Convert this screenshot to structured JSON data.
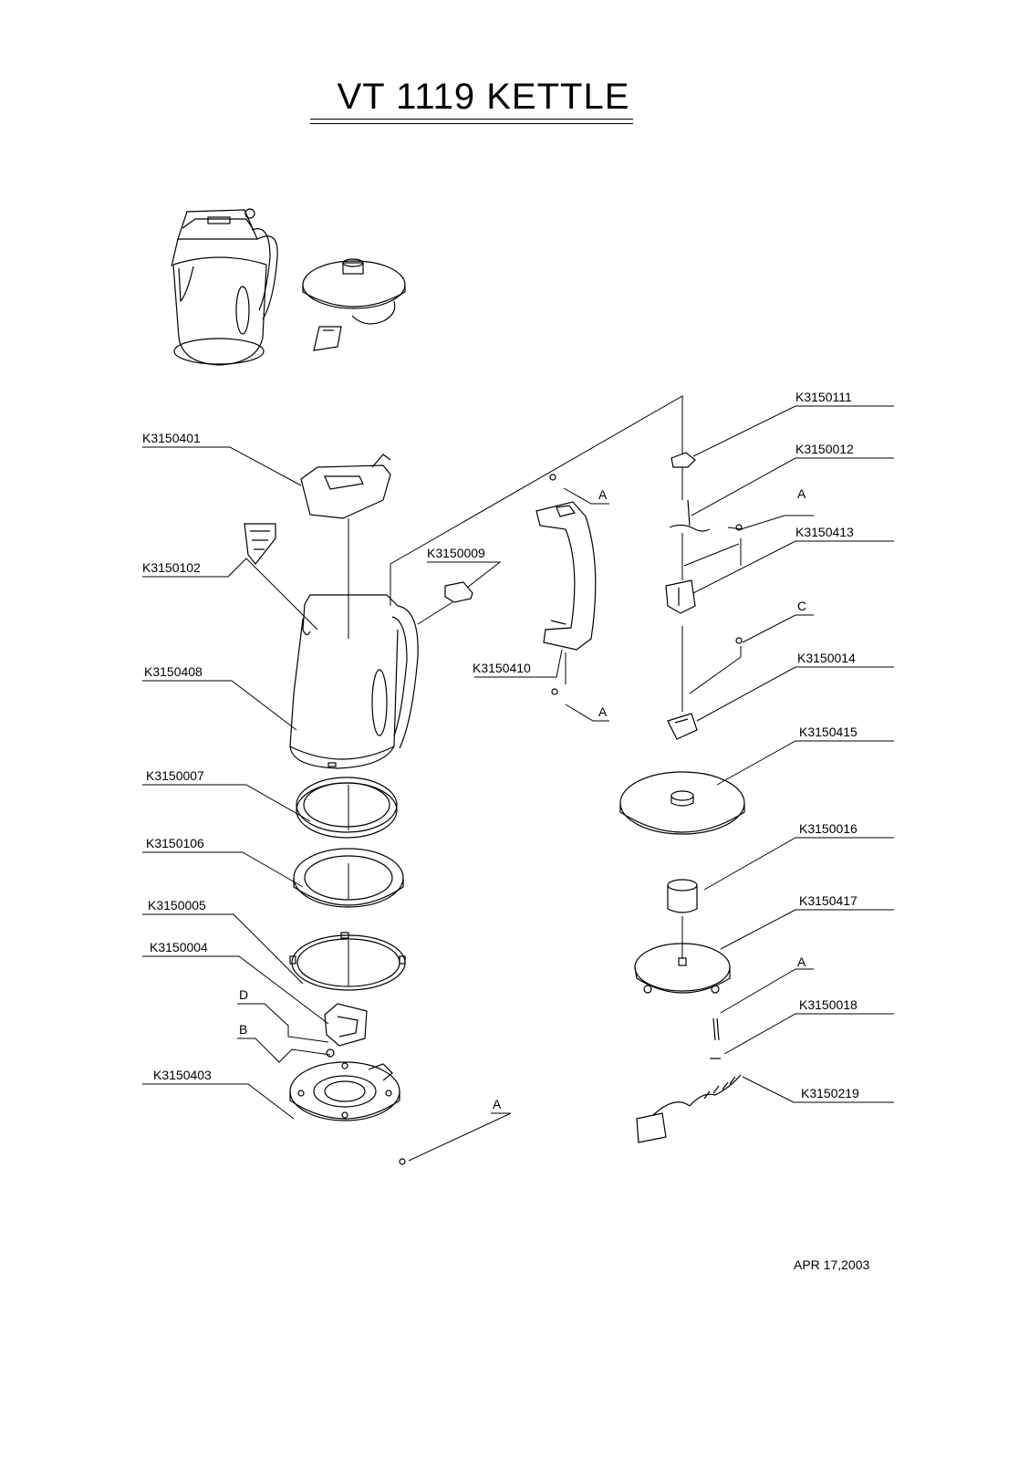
{
  "title": "VT 1119 KETTLE",
  "date": "APR 17,2003",
  "parts": {
    "K3150111": "K3150111",
    "K3150012": "K3150012",
    "K3150413": "K3150413",
    "K3150014": "K3150014",
    "K3150415": "K3150415",
    "K3150016": "K3150016",
    "K3150417": "K3150417",
    "K3150018": "K3150018",
    "K3150219": "K3150219",
    "K3150401": "K3150401",
    "K3150102": "K3150102",
    "K3150408": "K3150408",
    "K3150007": "K3150007",
    "K3150106": "K3150106",
    "K3150005": "K3150005",
    "K3150004": "K3150004",
    "K3150403": "K3150403",
    "K3150009": "K3150009",
    "K3150410": "K3150410"
  },
  "markers": {
    "A": "A",
    "B": "B",
    "C": "C",
    "D": "D"
  }
}
